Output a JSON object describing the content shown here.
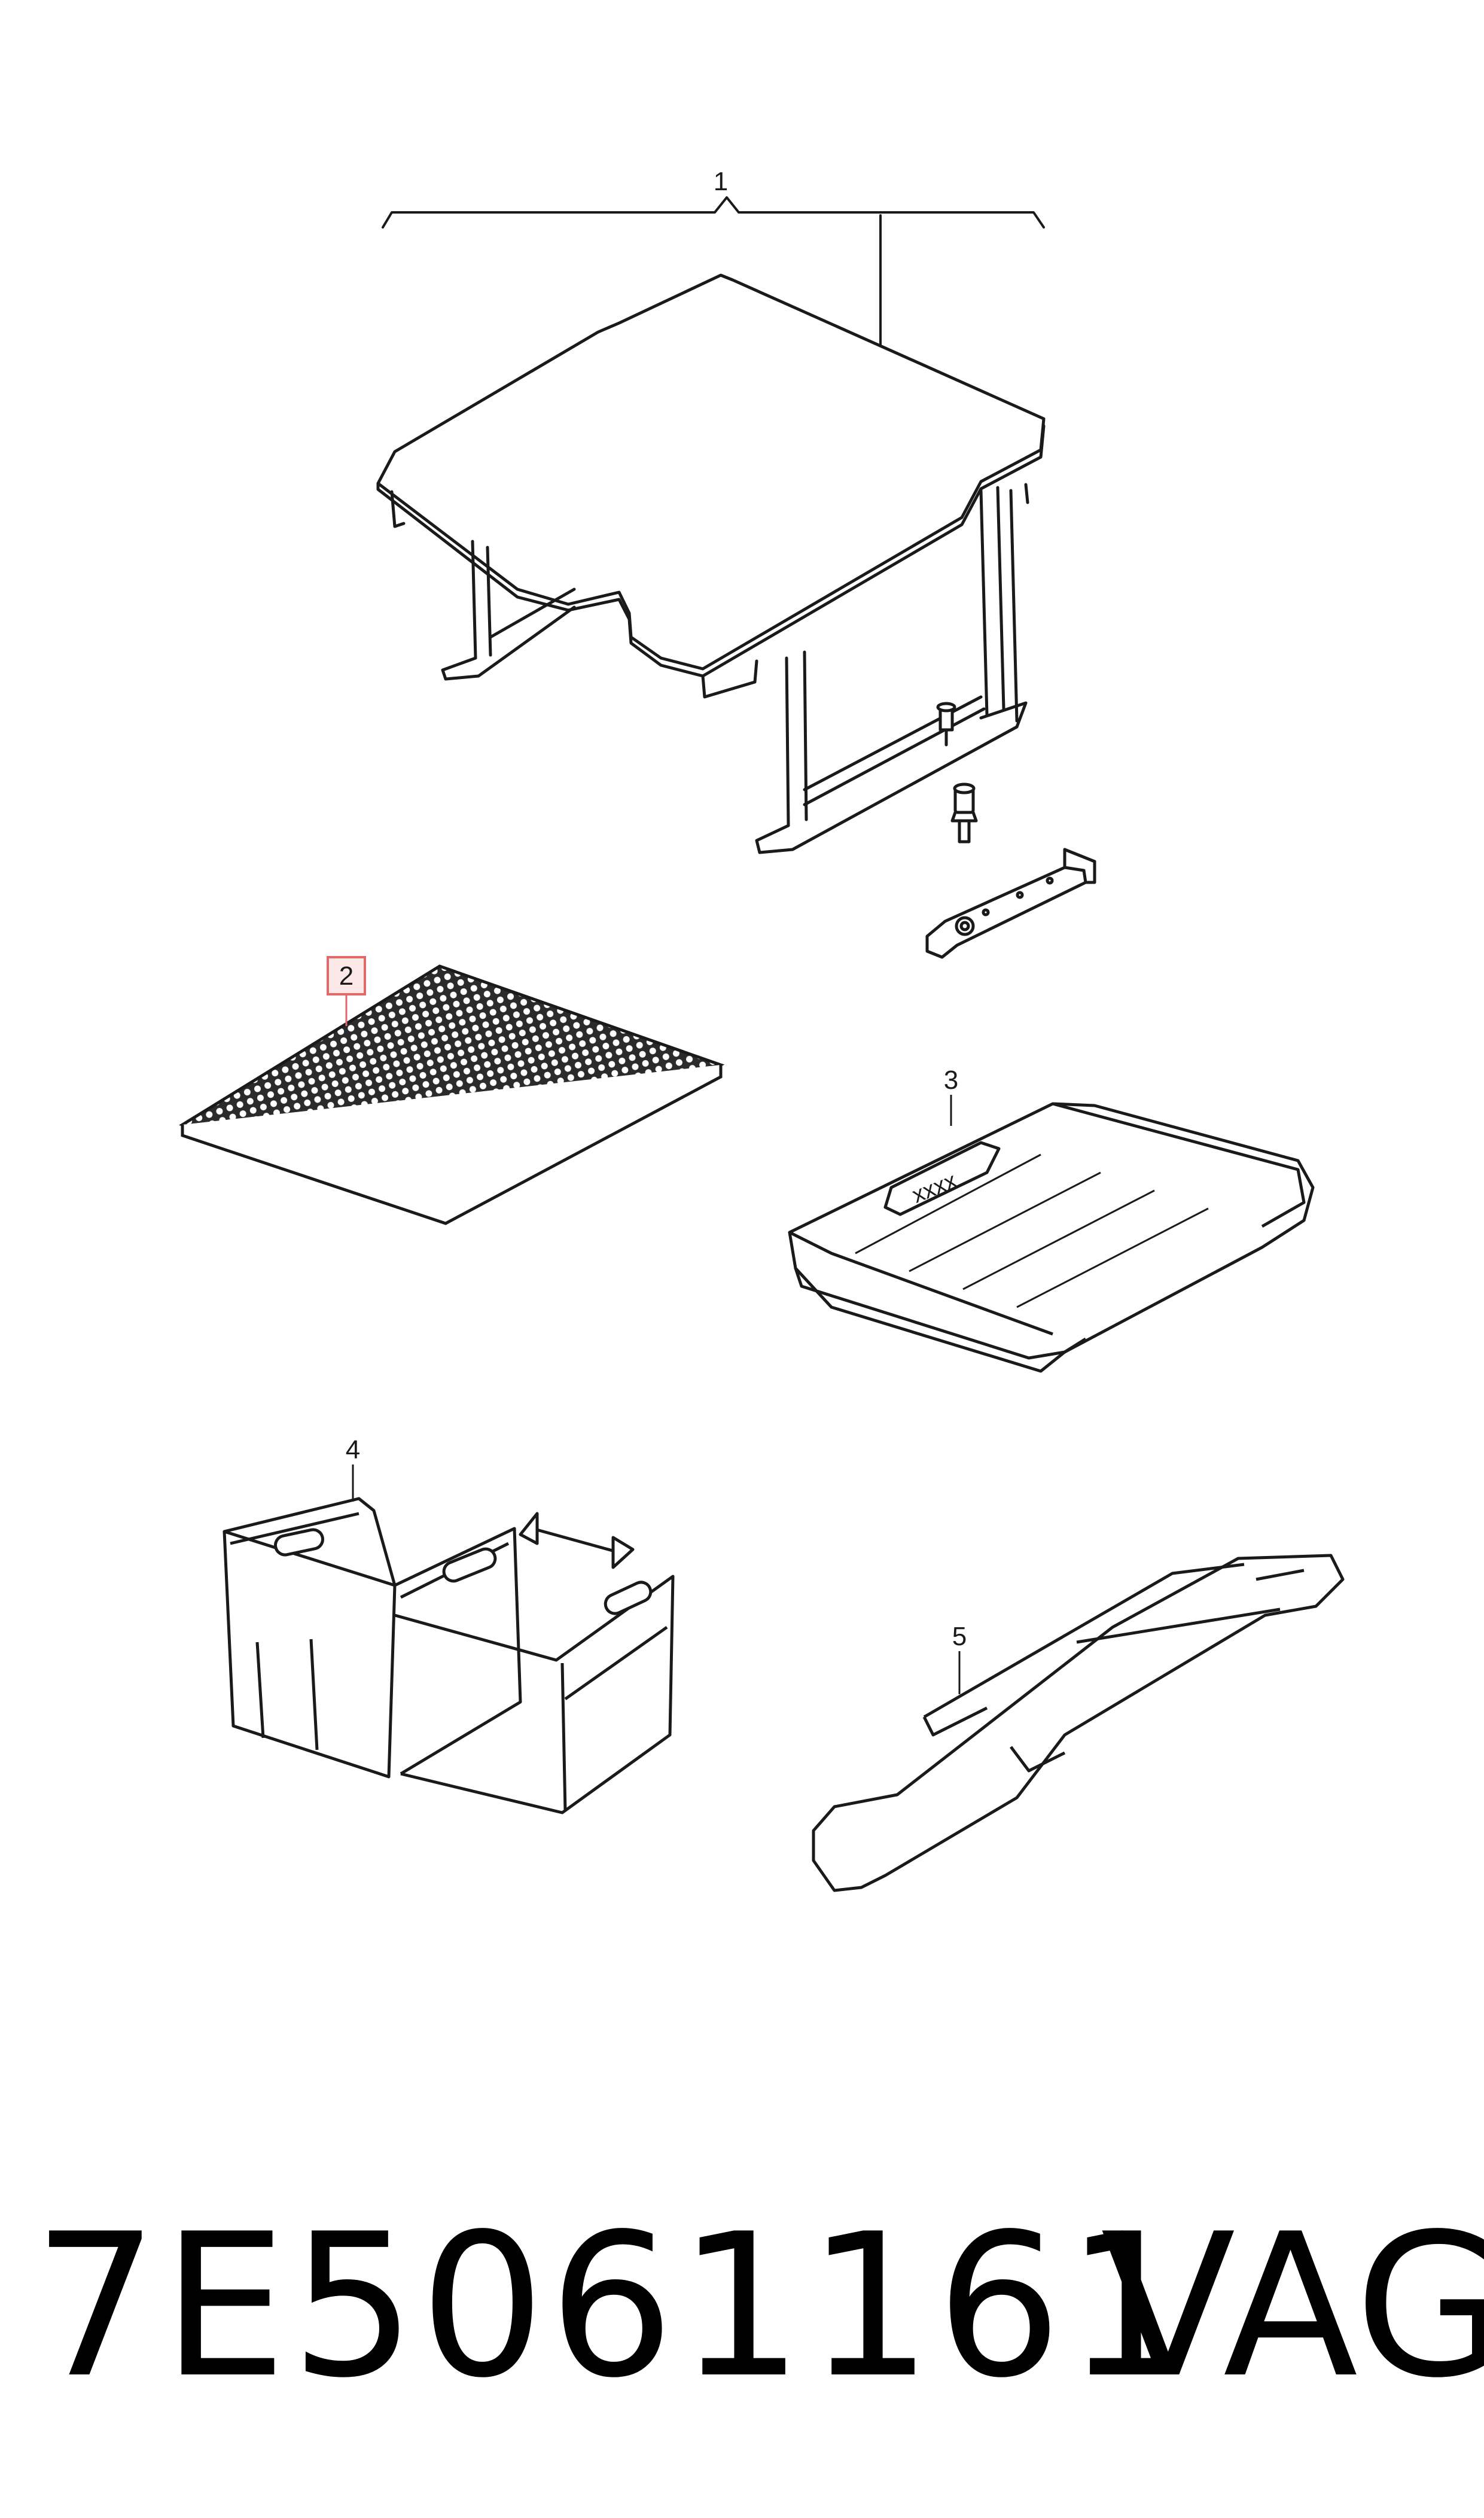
{
  "callouts": [
    {
      "id": "item-1",
      "label": "1"
    },
    {
      "id": "item-2",
      "label": "2",
      "highlighted": true
    },
    {
      "id": "item-3",
      "label": "3"
    },
    {
      "id": "item-4",
      "label": "4"
    },
    {
      "id": "item-5",
      "label": "5"
    }
  ],
  "net_mark": "xxxx",
  "part_number": "7E5061161",
  "brand": "VAG",
  "colors": {
    "line": "#1a1a1a",
    "highlight_border": "#e06a6a",
    "highlight_fill": "#fde8e8"
  }
}
